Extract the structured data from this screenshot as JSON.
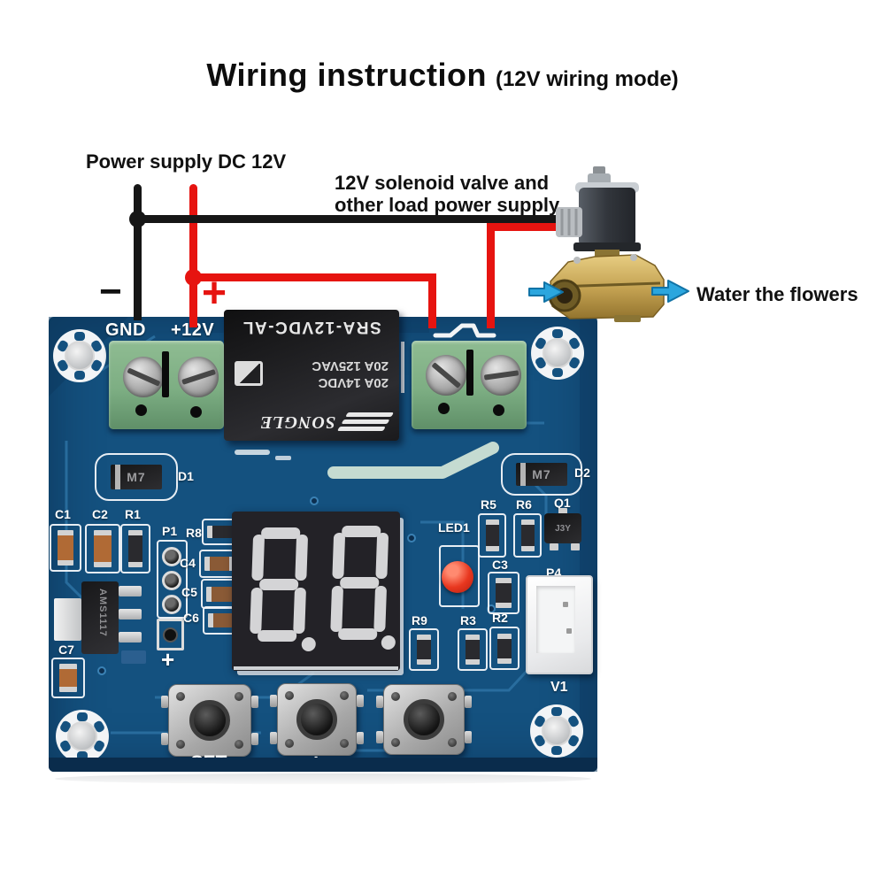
{
  "title": {
    "main": "Wiring instruction",
    "sub": "(12V wiring mode)"
  },
  "annotations": {
    "power_supply": "Power supply DC 12V",
    "solenoid_line1": "12V solenoid valve and",
    "solenoid_line2": "other load power supply",
    "water_flowers": "Water the flowers",
    "wire_minus": "−",
    "wire_plus": "+"
  },
  "board": {
    "terminals": {
      "gnd": "GND",
      "v12": "+12V"
    },
    "relay": {
      "model": "SRA-12VDC-AL",
      "rating_dc": "20A 14VDC",
      "rating_ac": "20A 125VAC",
      "brand": "SONGLE"
    },
    "display": {
      "value": "8.8."
    },
    "buttons": {
      "set": "SET",
      "plus": "+",
      "minus": "−"
    },
    "components": {
      "d1": "D1",
      "d2": "D2",
      "m7": "M7",
      "c1": "C1",
      "c2": "C2",
      "r1": "R1",
      "p1": "P1",
      "p1_plus": "+",
      "r8": "R8",
      "c4": "C4",
      "c5": "C5",
      "c6": "C6",
      "r5": "R5",
      "r6": "R6",
      "q1": "Q1",
      "q1_marking": "J3Y",
      "led1": "LED1",
      "c3": "C3",
      "p4": "P4",
      "r9": "R9",
      "r3": "R3",
      "r2": "R2",
      "c7": "C7",
      "v1": "V1",
      "regulator": "AMS1117"
    }
  },
  "colors": {
    "pcb": "#14517f",
    "pcb_dark": "#0d3a61",
    "trace": "#2e74a6",
    "silkscreen": "#ffffff",
    "wire_red": "#e61410",
    "wire_black": "#161616",
    "arrow_blue": "#2ba6de",
    "terminal_green": "#7dae83",
    "relay_black": "#1c1c1e",
    "led_red": "#dd2c18",
    "brass": "#c7a14e"
  }
}
